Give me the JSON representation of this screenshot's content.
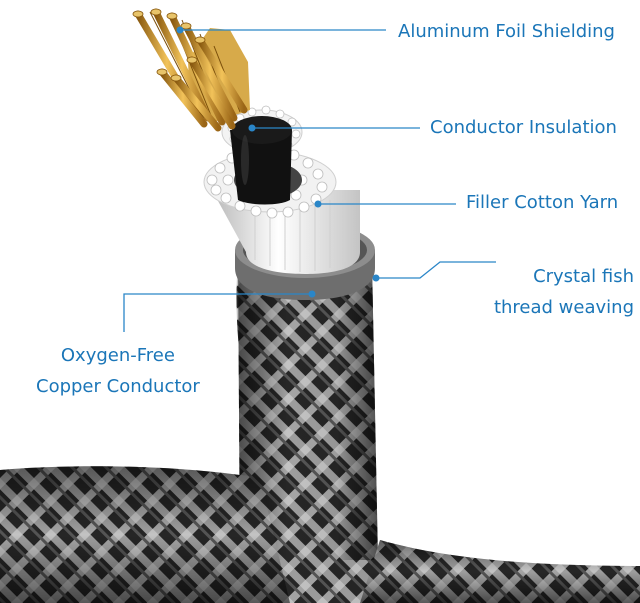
{
  "diagram": {
    "subject": "cable-cross-section",
    "colors": {
      "label_text": "#1b76b8",
      "leader_line": "#2a86c8",
      "braid_dark": "#1e1e1e",
      "braid_light": "#b9b9b9",
      "copper": "#c9952f",
      "filler": "#e9e9e9",
      "shield": "#9a9a9a"
    },
    "labels": {
      "aluminum_foil": "Aluminum Foil Shielding",
      "conductor_insulation": "Conductor Insulation",
      "filler_yarn": "Filler Cotton Yarn",
      "crystal_line1": "Crystal fish",
      "crystal_line2": "thread weaving",
      "oxygen_line1": "Oxygen-Free",
      "oxygen_line2": "Copper Conductor"
    }
  }
}
